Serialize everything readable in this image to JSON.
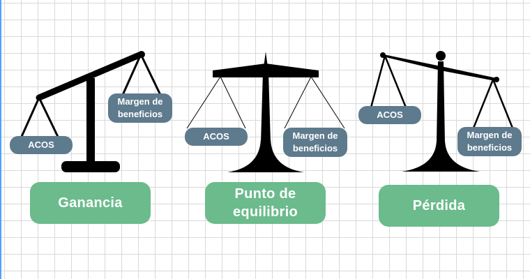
{
  "pans": {
    "acos": "ACOS",
    "margin_line1": "Margen de",
    "margin_line2": "beneficios"
  },
  "labels": {
    "profit": "Ganancia",
    "breakeven_line1": "Punto de",
    "breakeven_line2": "equilibrio",
    "loss": "Pérdida"
  },
  "colors": {
    "scale": "#000000",
    "pan": "#5e7a8d",
    "label": "#6bbb8c",
    "grid": "#d9d9d9"
  }
}
